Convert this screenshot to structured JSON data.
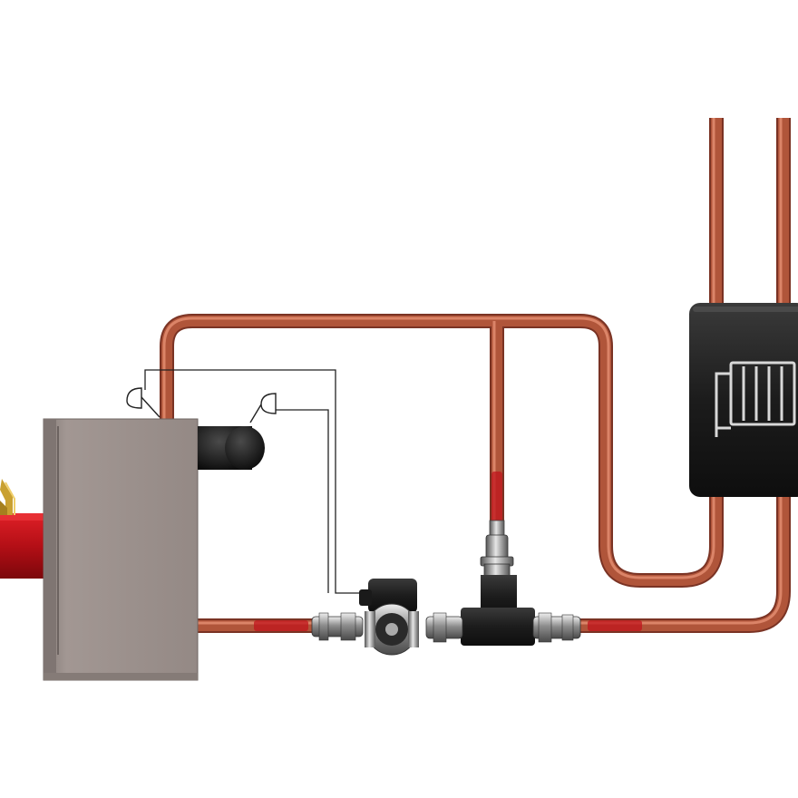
{
  "diagram": {
    "components": [
      {
        "id": "boiler",
        "icon": "boiler-unit"
      },
      {
        "id": "burner",
        "icon": "burner-nozzle"
      },
      {
        "id": "expansion-vessel",
        "icon": "expansion-tank"
      },
      {
        "id": "circulation-pump",
        "icon": "pump"
      },
      {
        "id": "ball-valve-left",
        "icon": "ball-valve"
      },
      {
        "id": "ball-valve-middle",
        "icon": "ball-valve"
      },
      {
        "id": "ball-valve-right",
        "icon": "ball-valve"
      },
      {
        "id": "ball-valve-vertical",
        "icon": "ball-valve"
      },
      {
        "id": "tee-fitting",
        "icon": "tee-connector"
      },
      {
        "id": "heat-exchanger",
        "icon": "radiator-icon"
      },
      {
        "id": "temperature-sensors",
        "icon": "sensor-probe"
      }
    ],
    "colors": {
      "copper": "#b0553a",
      "copper_highlight": "#e08a6d",
      "copper_shadow": "#7a3324",
      "hot_flow": "#c0141c",
      "boiler_body": "#9b908c",
      "burner_red": "#c8141c",
      "black_device": "#1c1c1c",
      "chrome": "#9a9a9a",
      "wire": "#222222"
    }
  }
}
